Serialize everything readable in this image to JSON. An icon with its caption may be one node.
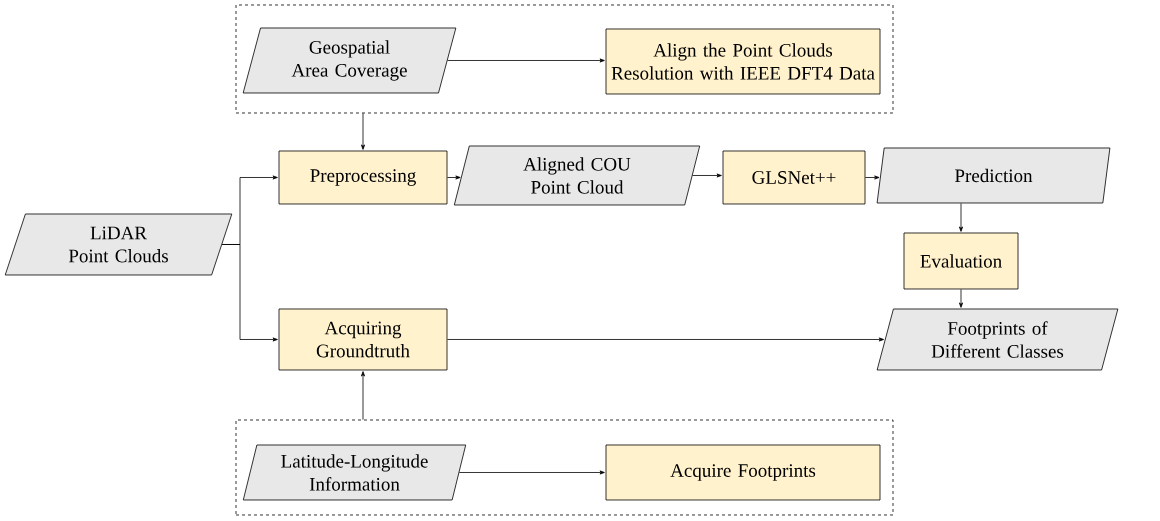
{
  "diagram": {
    "nodes": [
      {
        "text": [],
        "shape": "box"
      },
      {
        "text": [
          "Geospatial Area Coverage"
        ],
        "in": 0
      },
      {
        "text": [
          "Align the Point Clouds Resolution with IEEE DFT4 Data"
        ],
        "in": 0
      },
      {
        "text": [
          "LiDAR Point Clouds"
        ]
      },
      {
        "text": [
          "Preprocessing"
        ]
      },
      {
        "text": [
          "Aligned COU Point Cloud"
        ]
      },
      {
        "text": [
          "GLSNet++"
        ]
      },
      {
        "text": [
          "Prediction"
        ]
      },
      {
        "text": [
          "Evaluation"
        ]
      },
      {
        "text": [
          "Acquiring Groundtruth"
        ]
      },
      {
        "text": [
          "Footprints of Different Classes"
        ]
      },
      {
        "text": [],
        "shape": "box"
      },
      {
        "text": [
          "Latitude-Longitude Information"
        ],
        "in": 11
      },
      {
        "text": [
          "Acquire Footprints"
        ],
        "in": 11
      }
    ],
    "edges": [
      {
        "from": 1,
        "to": 2,
        "arrow": "to"
      },
      {
        "from": 0,
        "to": 4,
        "arrow": "to"
      },
      {
        "from": 3,
        "to": 4,
        "arrow": "to"
      },
      {
        "from": 3,
        "to": 9,
        "arrow": "to"
      },
      {
        "from": 4,
        "to": 5,
        "arrow": "to"
      },
      {
        "from": 5,
        "to": 6,
        "arrow": "to"
      },
      {
        "from": 6,
        "to": 7,
        "arrow": "to"
      },
      {
        "from": 7,
        "to": 8,
        "arrow": "to"
      },
      {
        "from": 8,
        "to": 10,
        "arrow": "to"
      },
      {
        "from": 9,
        "to": 10,
        "arrow": "to"
      },
      {
        "from": 11,
        "to": 9,
        "arrow": "to"
      },
      {
        "from": 12,
        "to": 13,
        "arrow": "to"
      }
    ]
  }
}
